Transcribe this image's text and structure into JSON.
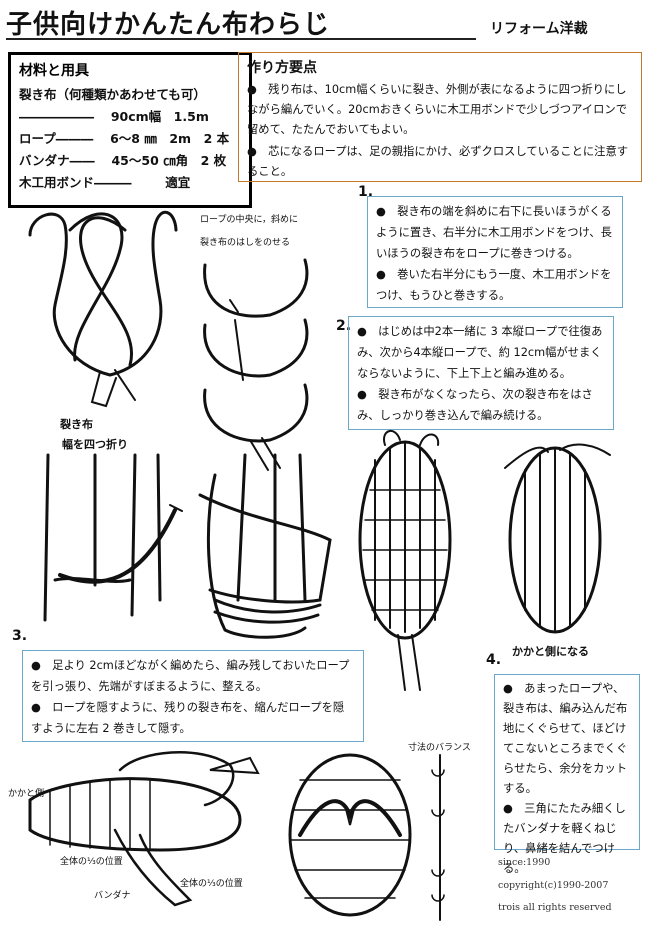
{
  "title": "子供向けかんたん布わらじ",
  "brand": "リフォーム洋裁",
  "materials": {
    "heading": "材料と用具",
    "rows": [
      "裂き布（何種類かあわせても可）",
      "――――――　 90cm幅　1.5m",
      "ロープ――― 　6～8 ㎜　2m　2 本",
      "バンダナ――　 45～50 ㎝角　2 枚",
      "木工用ボンド――― 　　 適宜"
    ]
  },
  "hints": {
    "heading": "作り方要点",
    "p1": "●　残り布は、10cm幅くらいに裂き、外側が表になるように四つ折りにしながら編んでいく。20cmおきくらいに木工用ボンドで少しづつアイロンで留めて、たたんでおいてもよい。",
    "p2": "●　芯になるロープは、足の親指にかけ、必ずクロスしていることに注意すること。"
  },
  "steps": {
    "s1": {
      "num": "1.",
      "p1": "●　裂き布の端を斜めに右下に長いほうがくるように置き、右半分に木工用ボンドをつけ、長いほうの裂き布をロープに巻きつける。",
      "p2": "●　巻いた右半分にもう一度、木工用ボンドをつけ、もうひと巻きする。"
    },
    "s2": {
      "num": "2.",
      "p1": "●　はじめは中2本一緒に 3 本縦ロープで往復あみ、次から4本縦ロープで、約 12cm幅がせまくならないように、下上下上と編み進める。",
      "p2": "●　裂き布がなくなったら、次の裂き布をはさみ、しっかり巻き込んで編み続ける。"
    },
    "s3": {
      "num": "3.",
      "p1": "●　足より 2cmほどながく編めたら、編み残しておいたロープを引っ張り、先端がすぼまるように、整える。",
      "p2": "●　ロープを隠すように、残りの裂き布を、縮んだロープを隠すように左右 2 巻きして隠す。"
    },
    "s4": {
      "num": "4.",
      "p1": "●　あまったロープや、裂き布は、編み込んだ布地にくぐらせて、ほどけてこないところまでくぐらせたら、余分をカットする。",
      "p2": "●　三角にたたみ細くしたバンダナを軽くねじり、鼻緒を結んでつける。"
    }
  },
  "labels": {
    "rope_center": "ロープの中央に，斜めに",
    "rope_center2": "裂き布のはしをのせる",
    "sakinuno": "裂き布",
    "fold4": "幅を四つ折り",
    "heel_side": "かかと側になる",
    "heel": "かかと側",
    "whole_13": "全体の⅓の位置",
    "bandana": "バンダナ",
    "whole_13b": "全体の⅓の位置",
    "balance": "寸法のバランス"
  },
  "footer": {
    "since": "since:1990",
    "copyright": "copyright(c)1990-2007",
    "rights": "trois all rights reserved"
  },
  "colors": {
    "hint_border": "#c47a2c",
    "step_border": "#6aa7c8"
  }
}
